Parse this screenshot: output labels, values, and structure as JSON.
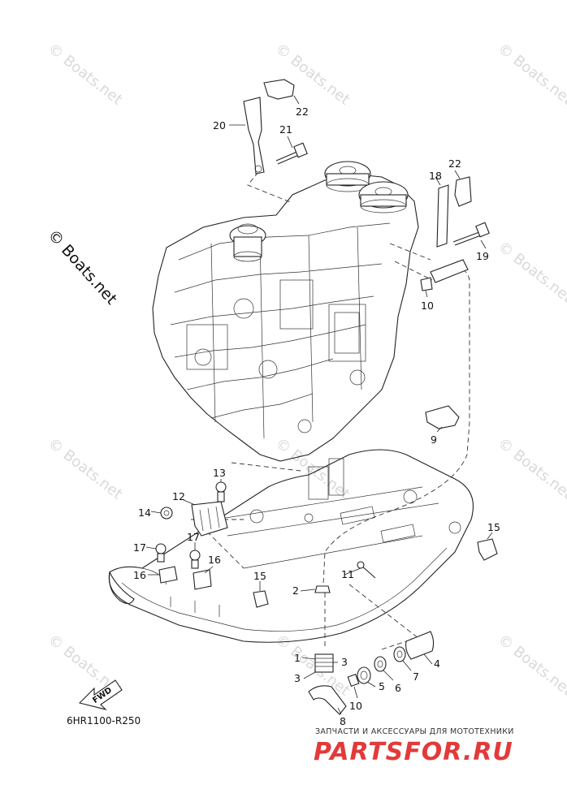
{
  "watermark_text": "© Boats.net",
  "diagram_code": "6HR1100-R250",
  "fwd_label": "FWD",
  "callouts": [
    {
      "id": "22a",
      "label": "22"
    },
    {
      "id": "20",
      "label": "20"
    },
    {
      "id": "21",
      "label": "21"
    },
    {
      "id": "22b",
      "label": "22"
    },
    {
      "id": "18",
      "label": "18"
    },
    {
      "id": "19",
      "label": "19"
    },
    {
      "id": "10a",
      "label": "10"
    },
    {
      "id": "9",
      "label": "9"
    },
    {
      "id": "13",
      "label": "13"
    },
    {
      "id": "12",
      "label": "12"
    },
    {
      "id": "14",
      "label": "14"
    },
    {
      "id": "17a",
      "label": "17"
    },
    {
      "id": "17b",
      "label": "17"
    },
    {
      "id": "16a",
      "label": "16"
    },
    {
      "id": "16b",
      "label": "16"
    },
    {
      "id": "15a",
      "label": "15"
    },
    {
      "id": "15b",
      "label": "15"
    },
    {
      "id": "11",
      "label": "11"
    },
    {
      "id": "2",
      "label": "2"
    },
    {
      "id": "1",
      "label": "1"
    },
    {
      "id": "3a",
      "label": "3"
    },
    {
      "id": "3b",
      "label": "3"
    },
    {
      "id": "4",
      "label": "4"
    },
    {
      "id": "5",
      "label": "5"
    },
    {
      "id": "6",
      "label": "6"
    },
    {
      "id": "7",
      "label": "7"
    },
    {
      "id": "10b",
      "label": "10"
    },
    {
      "id": "8",
      "label": "8"
    }
  ],
  "brand": {
    "tagline": "ЗАПЧАСТИ И АКСЕССУАРЫ ДЛЯ МОТОТЕХНИКИ",
    "logo": "PARTSFOR.RU",
    "color": "#e23a3a"
  }
}
